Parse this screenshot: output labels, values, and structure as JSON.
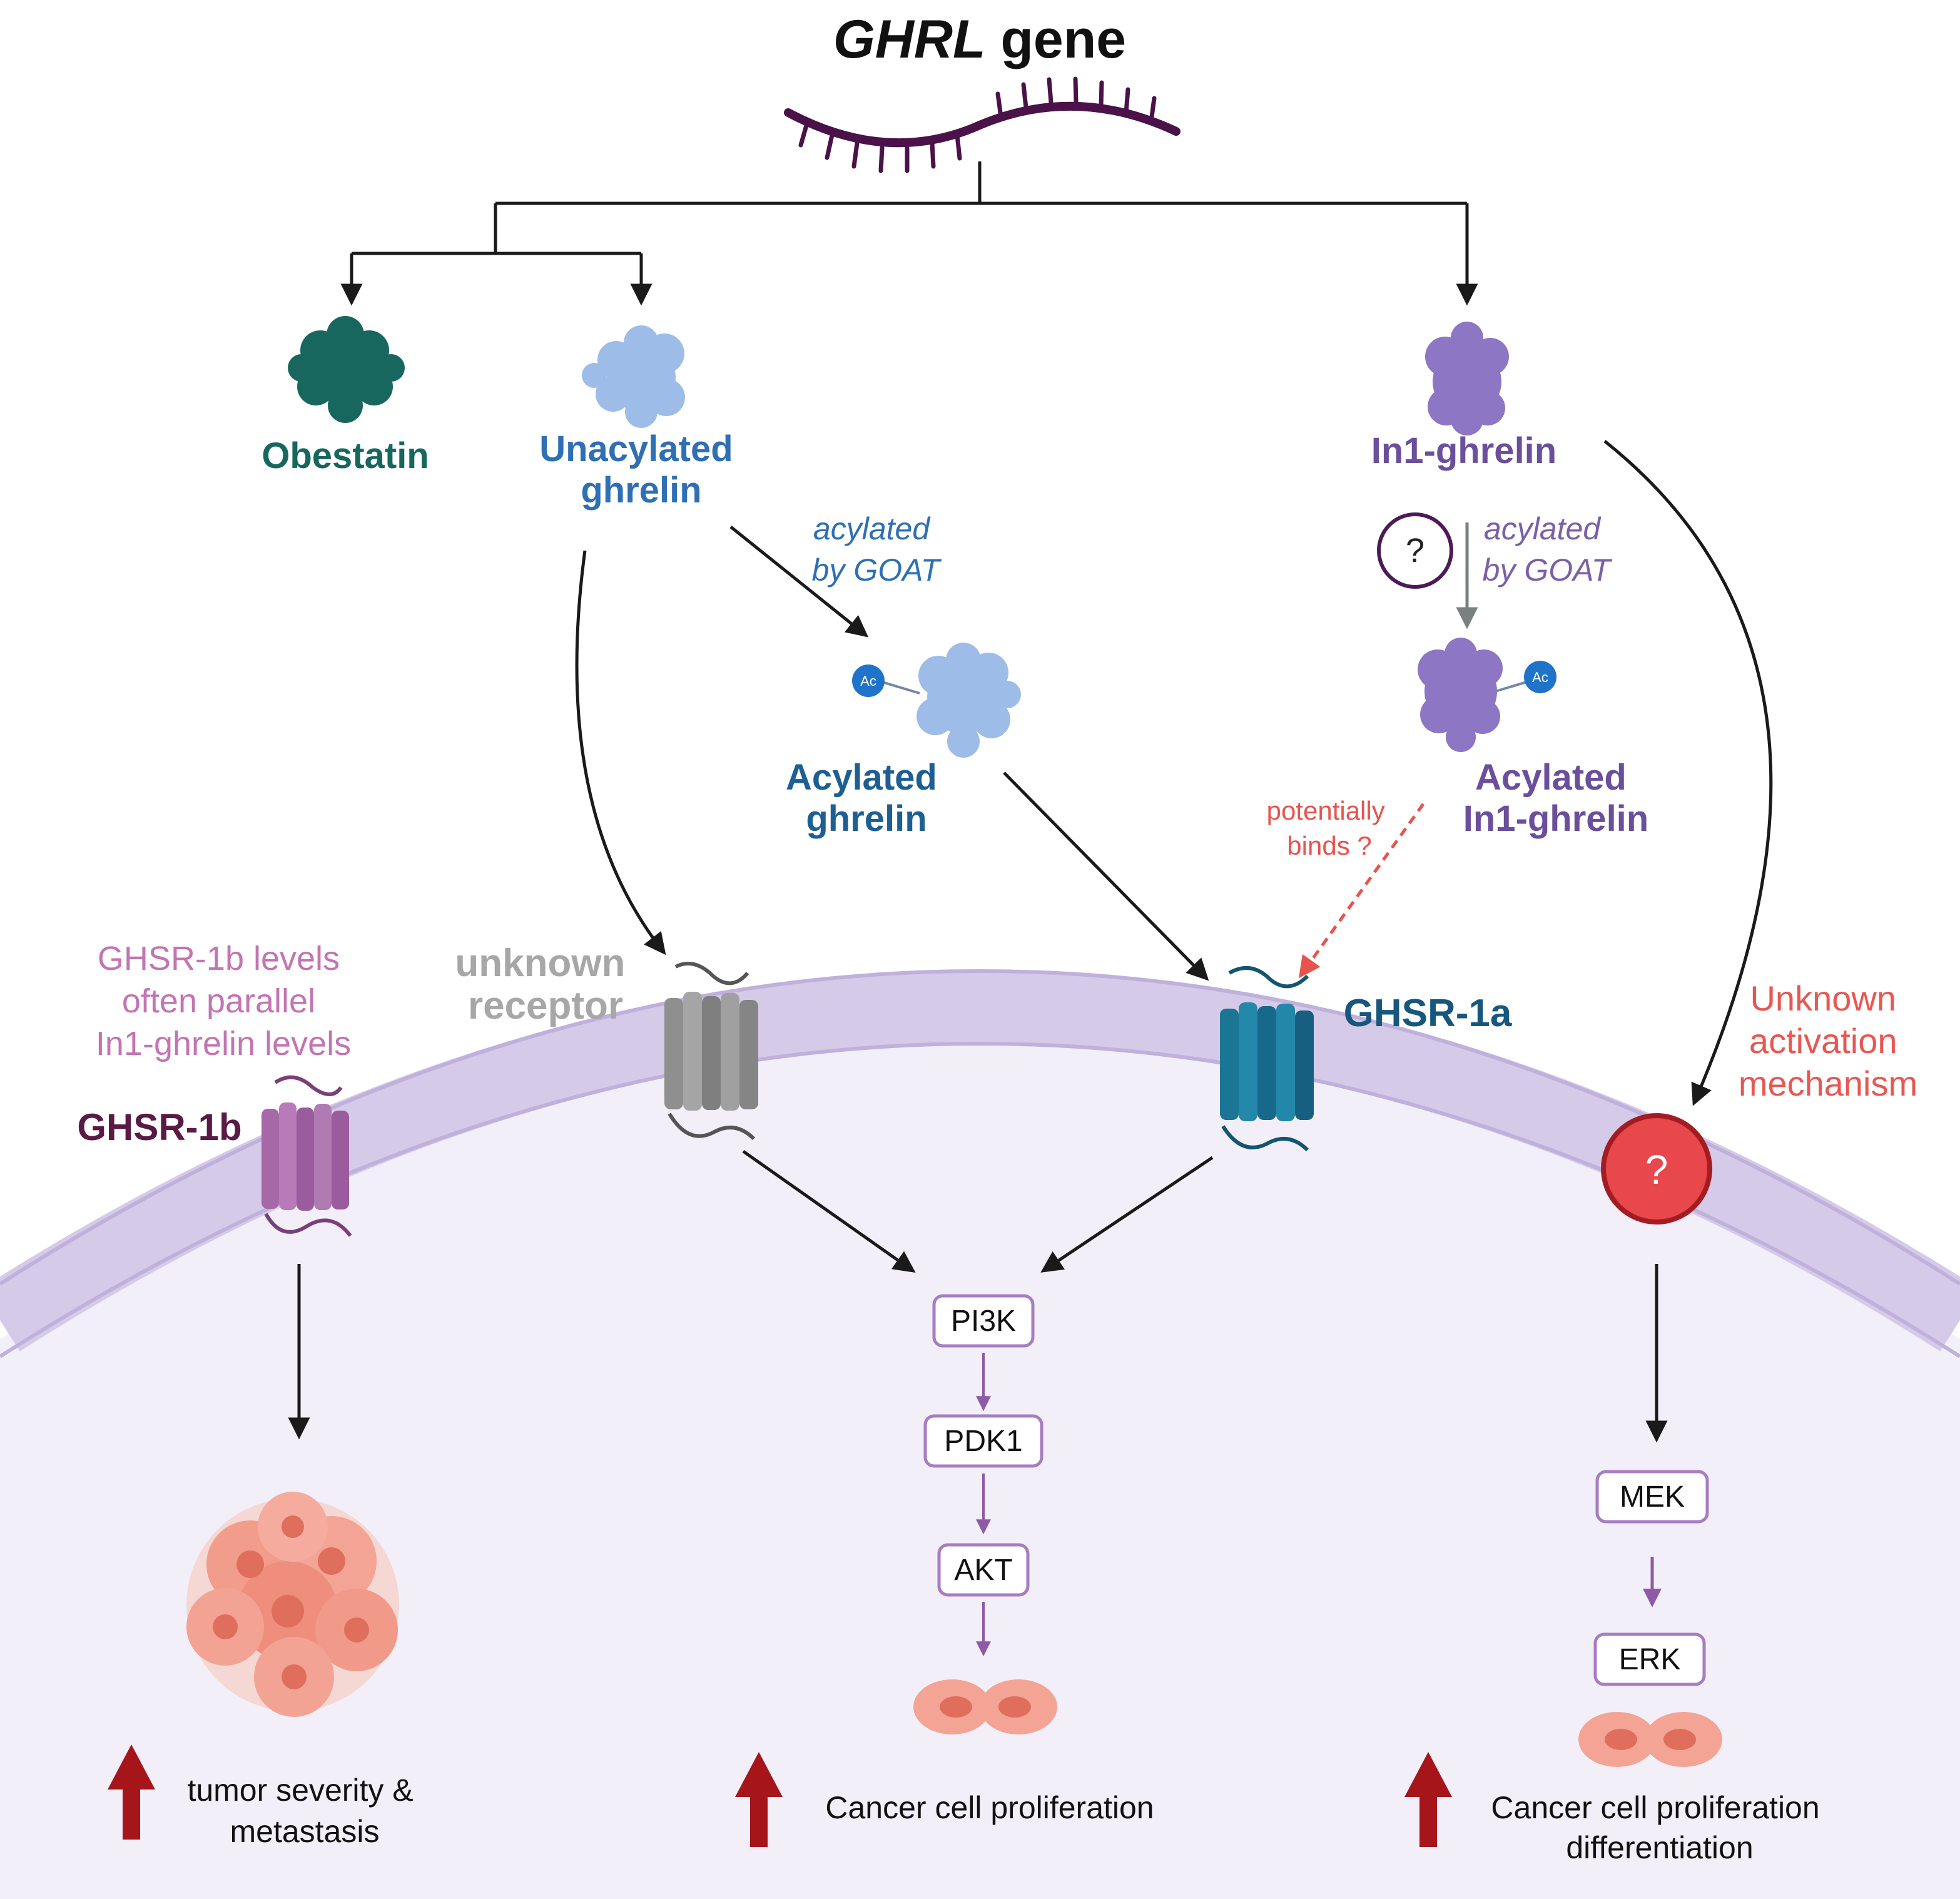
{
  "title": {
    "gene_italic": "GHRL",
    "gene_suffix": " gene"
  },
  "peptides": {
    "obestatin": "Obestatin",
    "unacylated_line1": "Unacylated",
    "unacylated_line2": "ghrelin",
    "in1": "In1-ghrelin",
    "acylated_line1": "Acylated",
    "acylated_line2": "ghrelin",
    "acyl_in1_line1": "Acylated",
    "acyl_in1_line2": "In1-ghrelin"
  },
  "annotations": {
    "goat_line1": "acylated",
    "goat_line2": "by GOAT",
    "goat2_line1": "acylated",
    "goat2_line2": "by GOAT",
    "question": "?",
    "potential_line1": "potentially",
    "potential_line2": "binds ?",
    "ac": "Ac",
    "ghsr1b_note": [
      "GHSR-1b levels",
      "often parallel",
      "In1-ghrelin levels"
    ],
    "unknown_activation": [
      "Unknown",
      "activation",
      "mechanism"
    ]
  },
  "receptors": {
    "ghsr1b": "GHSR-1b",
    "unknown_line1": "unknown",
    "unknown_line2": "receptor",
    "ghsr1a": "GHSR-1a",
    "unknown_mech_symbol": "?"
  },
  "pathway": {
    "pi3k": "PI3K",
    "pdk1": "PDK1",
    "akt": "AKT",
    "mek": "MEK",
    "erk": "ERK"
  },
  "outcomes": {
    "left_line1": "tumor severity &",
    "left_line2": "metastasis",
    "center": "Cancer cell proliferation",
    "right_line1": "Cancer cell proliferation",
    "right_line2": "differentiation"
  },
  "colors": {
    "obestatin": "#17675e",
    "unacylated": "#2f6fb4",
    "acylated": "#1d5f93",
    "in1": "#6b4f9c",
    "ghsr1b": "#5a1a45",
    "ghsr1b_note": "#c374b2",
    "unknown_receptor": "#a7a7a7",
    "ghsr1a": "#17577e",
    "red_text": "#e85752",
    "pathway_box_border": "#a77dc2",
    "up_arrow": "#a5151a",
    "cell_fill": "#f2eff8",
    "membrane": "#d7cde9"
  }
}
